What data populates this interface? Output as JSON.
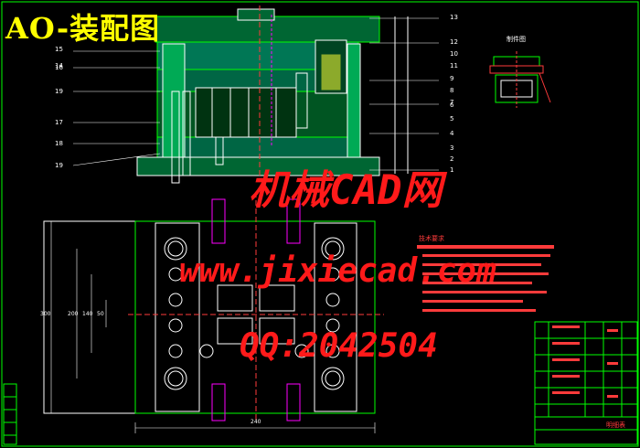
{
  "drawing": {
    "title": "AO-装配图",
    "part_view_label": "制件图",
    "part_list_label": "明细表",
    "notes_title": "技术要求",
    "left_callouts": [
      "15",
      "14",
      "16",
      "19",
      "17",
      "18",
      "19"
    ],
    "right_callouts": [
      "13",
      "12",
      "10",
      "11",
      "9",
      "8",
      "7",
      "6",
      "5",
      "4",
      "3",
      "2",
      "1"
    ],
    "dims": {
      "plan_width": "240",
      "plan_height_outer": "300",
      "plan_h2": "200",
      "plan_h3": "140",
      "plan_h4": "50"
    }
  },
  "watermark": {
    "line1": "机械CAD网",
    "line2": "www.jixiecad.com",
    "line3": "QQ:2042504"
  },
  "colors": {
    "frame": "#00ff00",
    "body": "#00cc00",
    "outline": "#ffffff",
    "center": "#ff3b3b",
    "pin": "#ff00ff",
    "title": "#ffff00",
    "watermark": "#ff1a1a"
  }
}
